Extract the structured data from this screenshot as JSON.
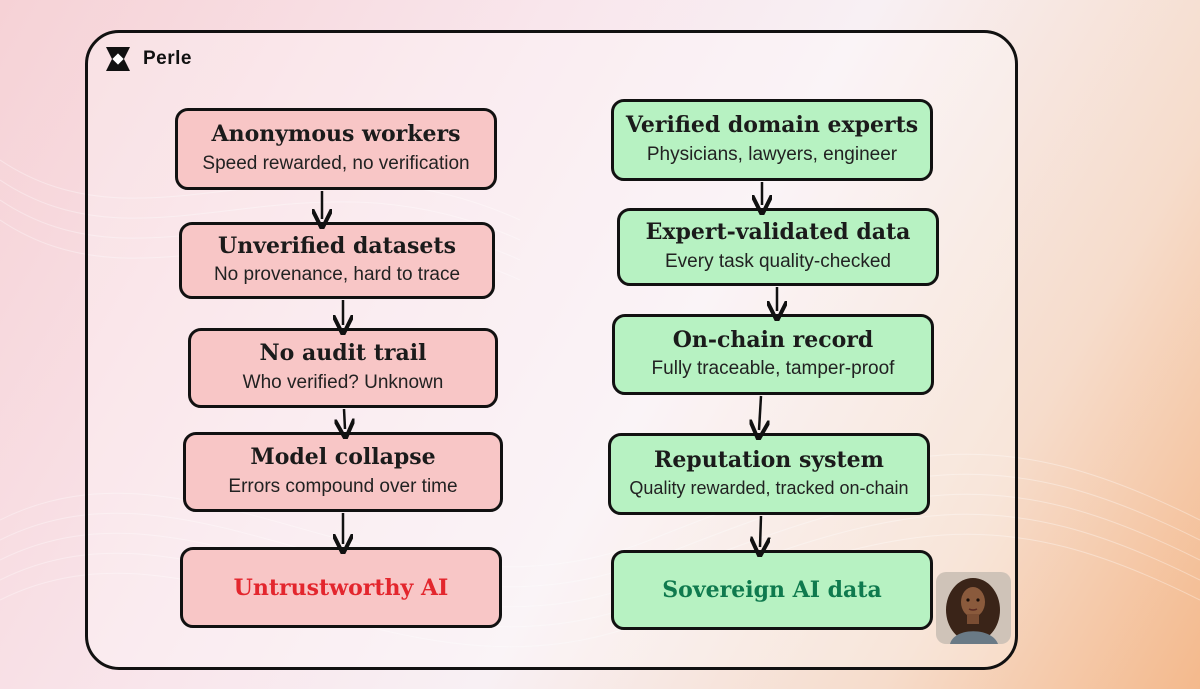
{
  "brand": {
    "name": "Perle"
  },
  "left_flow": [
    {
      "title": "Anonymous workers",
      "subtitle": "Speed rewarded, no verification"
    },
    {
      "title": "Unverified datasets",
      "subtitle": "No provenance, hard to trace"
    },
    {
      "title": "No audit trail",
      "subtitle": "Who verified? Unknown"
    },
    {
      "title": "Model collapse",
      "subtitle": "Errors compound over time"
    },
    {
      "title": "Untrustworthy AI"
    }
  ],
  "right_flow": [
    {
      "title": "Verified domain experts",
      "subtitle": "Physicians, lawyers, engineer"
    },
    {
      "title": "Expert-validated data",
      "subtitle": "Every task quality-checked"
    },
    {
      "title": "On-chain record",
      "subtitle": "Fully traceable, tamper-proof"
    },
    {
      "title": "Reputation system",
      "subtitle": "Quality rewarded, tracked on-chain"
    },
    {
      "title": "Sovereign AI data"
    }
  ],
  "colors": {
    "left_fill": "#f8c6c6",
    "right_fill": "#b7f2c2",
    "left_final_text": "#e3262d",
    "right_final_text": "#0f7a4e",
    "border": "#111111"
  }
}
